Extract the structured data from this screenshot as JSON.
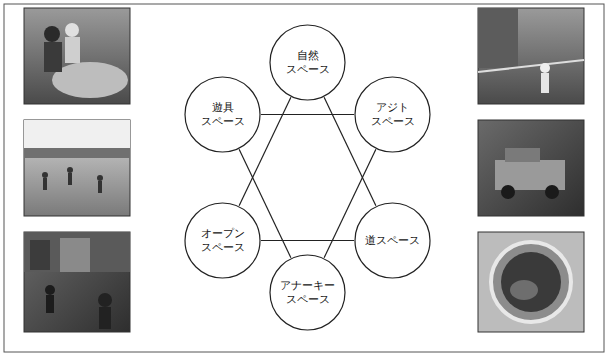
{
  "diagram": {
    "nodes": [
      {
        "text": [
          "自然 スペース"
        ]
      },
      {
        "text": [
          "遊具 スペース"
        ]
      },
      {
        "text": [
          "アジト スペース"
        ]
      },
      {
        "text": [
          "オープン スペース"
        ]
      },
      {
        "text": [
          "道スペース"
        ]
      },
      {
        "text": [
          "アナーキー スペース"
        ]
      }
    ],
    "edges": [
      {
        "from": 0,
        "to": 3,
        "arrow": "none"
      },
      {
        "from": 3,
        "to": 4,
        "arrow": "none"
      },
      {
        "from": 4,
        "to": 0,
        "arrow": "none"
      },
      {
        "from": 1,
        "to": 2,
        "arrow": "none"
      },
      {
        "from": 2,
        "to": 5,
        "arrow": "none"
      },
      {
        "from": 5,
        "to": 1,
        "arrow": "none"
      }
    ]
  }
}
